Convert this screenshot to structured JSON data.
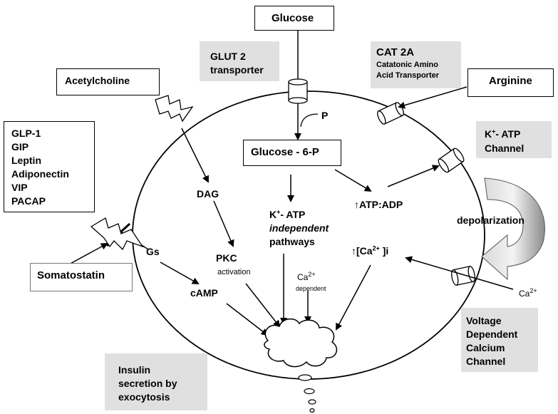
{
  "glucose": "Glucose",
  "glut2": [
    "GLUT 2",
    "transporter"
  ],
  "cat2a": {
    "title": "CAT 2A",
    "lines": [
      "Catatonic Amino",
      "Acid Transporter"
    ]
  },
  "arginine": "Arginine",
  "acetylcholine": "Acetylcholine",
  "hormones": [
    "GLP-1",
    "GIP",
    "Leptin",
    "Adiponectin",
    "VIP",
    "PACAP"
  ],
  "somatostatin": "Somatostatin",
  "gs": "Gs",
  "phosphate": "P",
  "glucose6p": "Glucose - 6-P",
  "katp_channel": {
    "k": "K",
    "charge": "+",
    "rest": "- ATP",
    "line2": "Channel"
  },
  "depolarization": "depolarization",
  "dag": "DAG",
  "pkc": "PKC",
  "pkc_activation": "activation",
  "camp": "cAMP",
  "katp_independent": {
    "k": "K",
    "charge": "+",
    "rest": "- ATP",
    "italic": "independent",
    "line3": "pathways"
  },
  "atp_adp": "↑ATP:ADP",
  "ca_i": {
    "prefix": "↑[Ca",
    "charge": "2+",
    "suffix": " ]i"
  },
  "ca_dependent": {
    "ca": "Ca",
    "charge": "2+",
    "dependent": "dependent"
  },
  "ca_external": {
    "ca": "Ca",
    "charge": "2+"
  },
  "vdcc": [
    "Voltage",
    "Dependent",
    "Calcium",
    "Channel"
  ],
  "insulin": [
    "Insulin",
    "secretion by",
    "exocytosis"
  ],
  "colors": {
    "label_gray": "#e0e0e0",
    "channel_gray": "#c8c8c8",
    "line": "#000000"
  }
}
